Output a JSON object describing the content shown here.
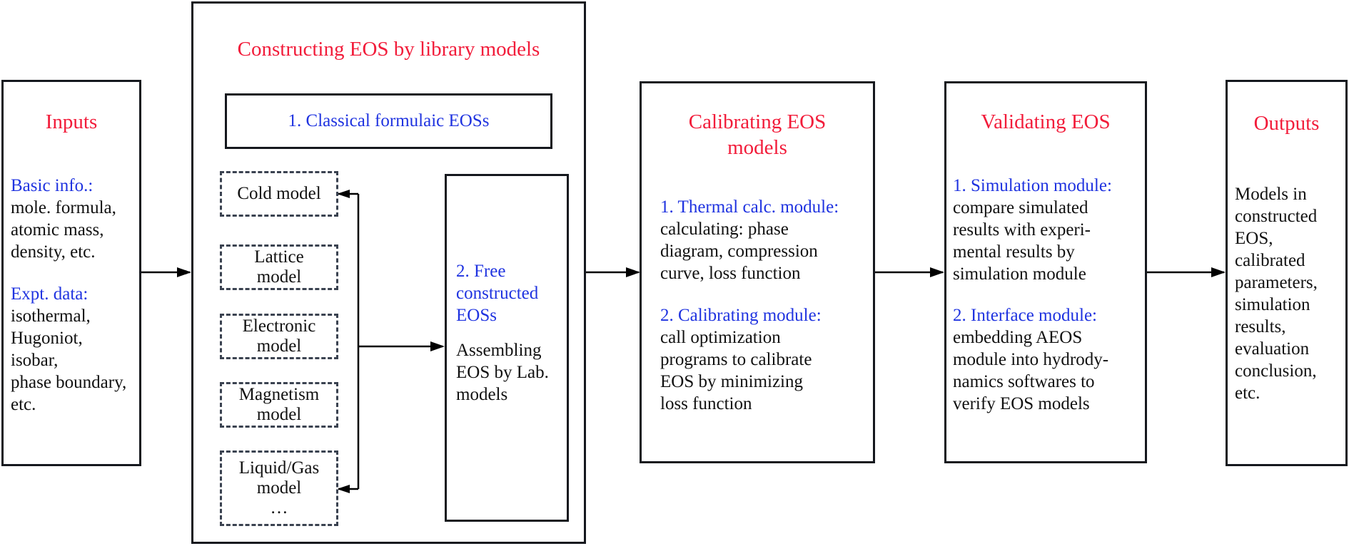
{
  "colors": {
    "title_red": "#f21c3a",
    "heading_blue": "#1f33e0",
    "border": "#15181e",
    "dash_border": "#3a4250"
  },
  "inputs": {
    "title": "Inputs",
    "basic_heading": "Basic info.:",
    "basic_body": "mole. formula,\natomic mass,\ndensity, etc.",
    "expt_heading": "Expt. data:",
    "expt_body": "isothermal,\nHugoniot,\nisobar,\nphase boundary,\netc."
  },
  "construct": {
    "title": "Constructing EOS by library models",
    "classical": "1. Classical formulaic EOSs",
    "models": [
      {
        "line1": "Cold model",
        "line2": "",
        "line3": ""
      },
      {
        "line1": "Lattice",
        "line2": "model",
        "line3": ""
      },
      {
        "line1": "Electronic",
        "line2": "model",
        "line3": ""
      },
      {
        "line1": "Magnetism",
        "line2": "model",
        "line3": ""
      },
      {
        "line1": "Liquid/Gas",
        "line2": "model",
        "line3": "…"
      }
    ],
    "free_heading": "2. Free\nconstructed\nEOSs",
    "free_body": "Assembling\nEOS by Lab.\nmodels"
  },
  "calibrate": {
    "title": "Calibrating EOS\nmodels",
    "m1_heading": "1. Thermal calc. module:",
    "m1_body": "calculating: phase\ndiagram, compression\ncurve, loss function",
    "m2_heading": "2. Calibrating module:",
    "m2_body": "call optimization\nprograms to calibrate\nEOS by minimizing\nloss function"
  },
  "validate": {
    "title": "Validating EOS",
    "m1_heading": "1. Simulation module:",
    "m1_body": "compare simulated\nresults with experi-\nmental results by\nsimulation module",
    "m2_heading": "2. Interface module:",
    "m2_body": "embedding AEOS\nmodule into hydrody-\nnamics softwares to\nverify EOS models"
  },
  "outputs": {
    "title": "Outputs",
    "body": "Models in\nconstructed\nEOS,\ncalibrated\nparameters,\nsimulation\nresults,\nevaluation\nconclusion,\netc."
  }
}
